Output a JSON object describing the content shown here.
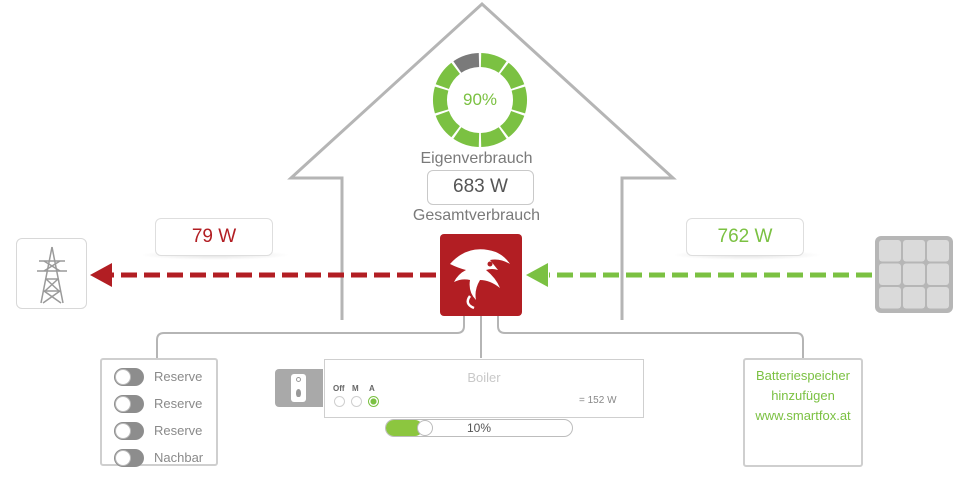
{
  "colors": {
    "green": "#7bc142",
    "red": "#b21e23",
    "grey_line": "#b5b5b5",
    "ring_grey": "#7a7a7a"
  },
  "self_consumption": {
    "percent_label": "90%",
    "fraction": 0.9,
    "label": "Eigenverbrauch"
  },
  "total_consumption": {
    "value": "683 W",
    "label": "Gesamtverbrauch"
  },
  "grid": {
    "value": "79 W",
    "icon": "power-pylon-icon"
  },
  "solar": {
    "value": "762 W",
    "icon": "solar-panel-icon"
  },
  "controller": {
    "icon": "smartfox-logo-icon"
  },
  "relays": [
    {
      "label": "Reserve"
    },
    {
      "label": "Reserve"
    },
    {
      "label": "Reserve"
    },
    {
      "label": "Nachbar"
    }
  ],
  "boiler": {
    "title": "Boiler",
    "icon": "boiler-icon",
    "modes": [
      "Off",
      "M",
      "A"
    ],
    "selected_mode": "A",
    "level_label": "10%",
    "level_fraction": 0.1,
    "power": "= 152 W"
  },
  "battery": {
    "line1": "Batteriespeicher",
    "line2": "hinzufügen",
    "line3": "www.smartfox.at"
  }
}
